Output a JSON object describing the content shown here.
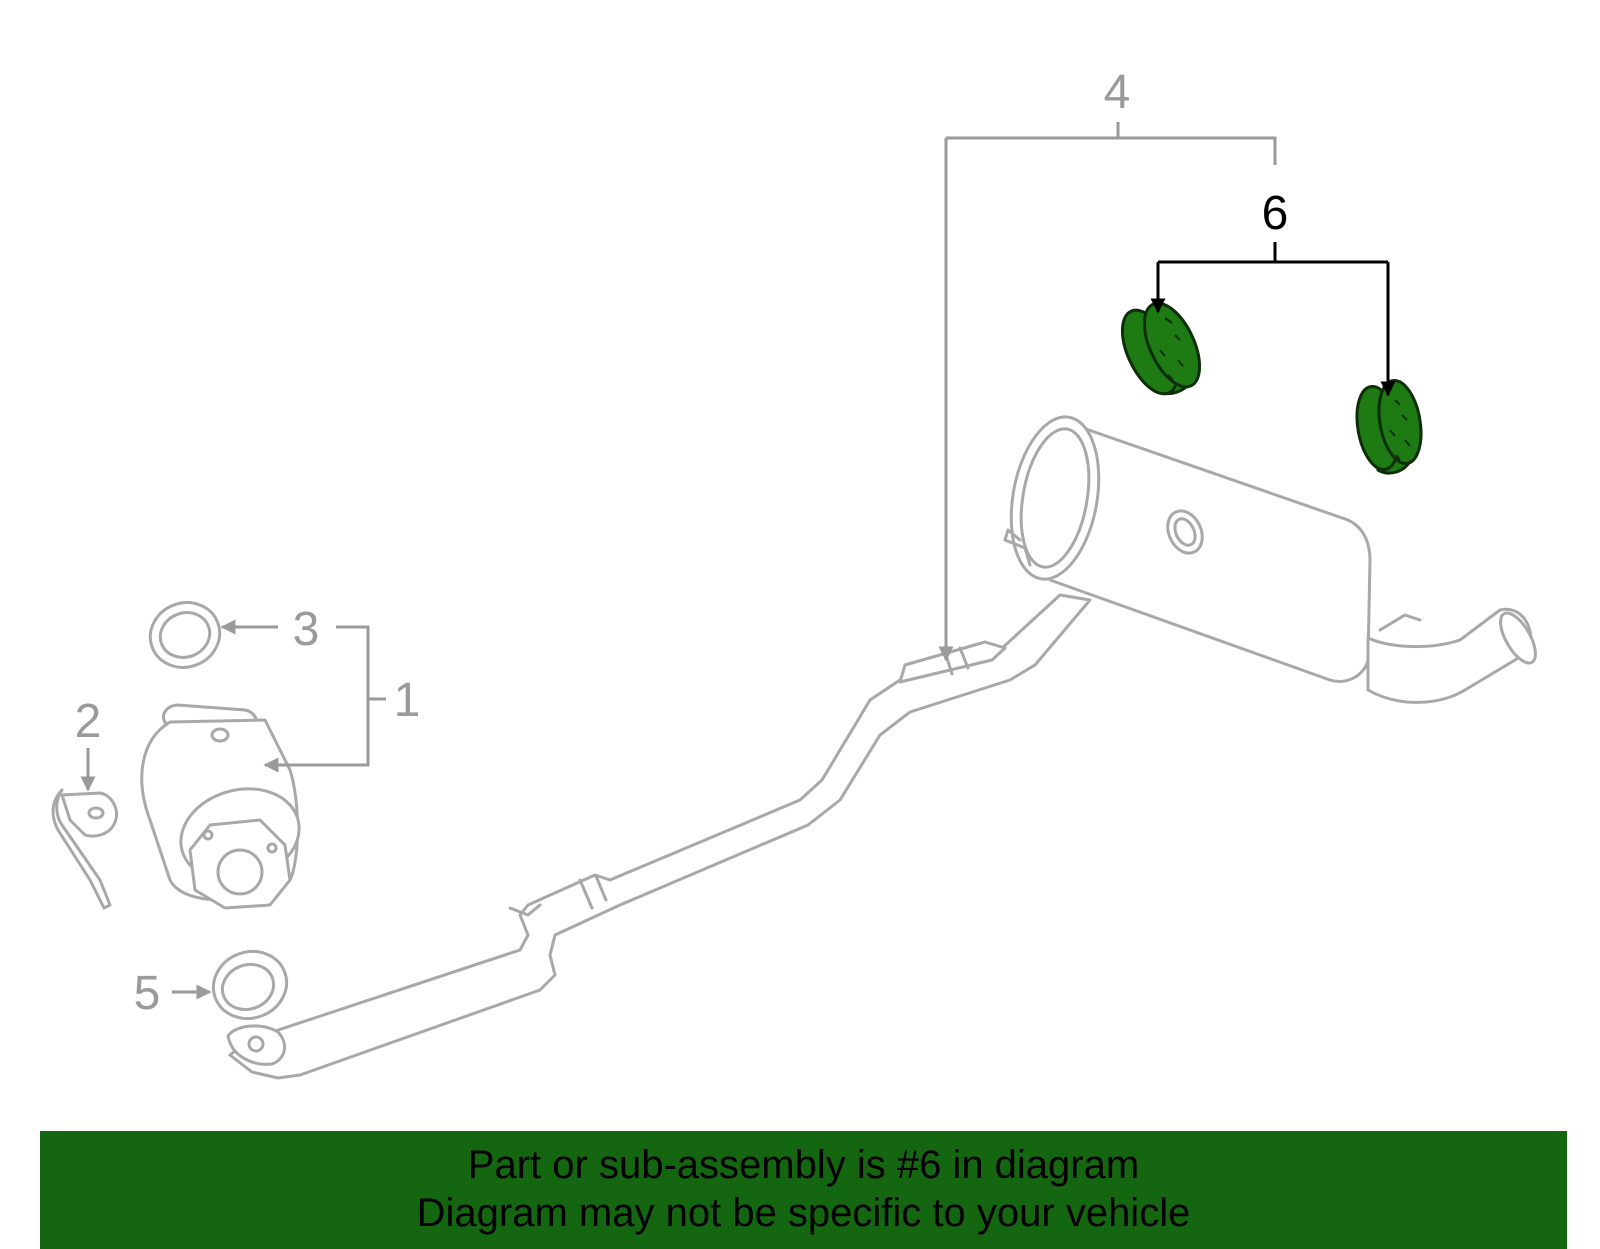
{
  "callouts": {
    "c1": "1",
    "c2": "2",
    "c3": "3",
    "c4": "4",
    "c5": "5",
    "c6": "6"
  },
  "highlighted_part": "6",
  "colors": {
    "highlight": "#1e7a12",
    "banner": "#156610",
    "part_line": "#a8a8a8"
  },
  "banner": {
    "line1": "Part or sub-assembly is #6 in diagram",
    "line2": "Diagram may not be specific to your vehicle"
  }
}
